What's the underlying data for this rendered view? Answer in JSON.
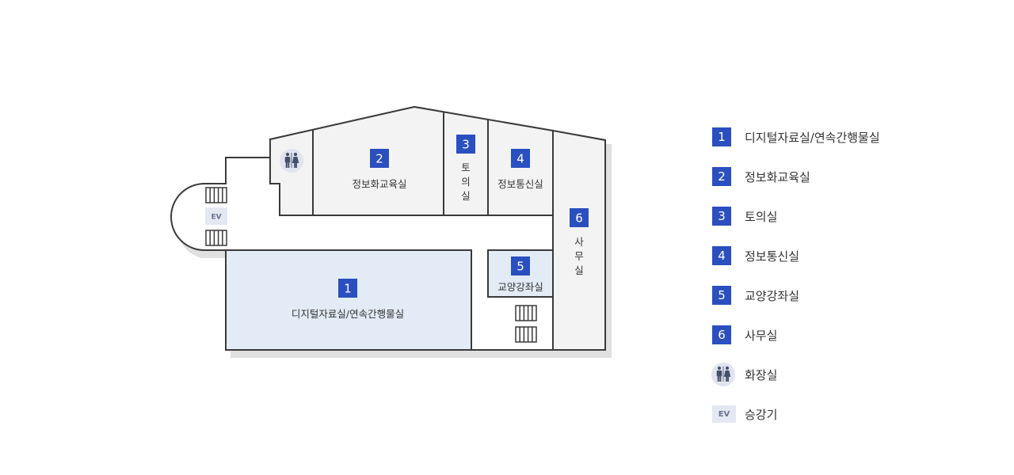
{
  "floor": {
    "rooms": [
      {
        "number": "1",
        "name": "디지털자료실/연속간행물실"
      },
      {
        "number": "2",
        "name": "정보화교육실"
      },
      {
        "number": "3",
        "name": "토의실",
        "vertical": [
          "토",
          "의",
          "실"
        ]
      },
      {
        "number": "4",
        "name": "정보통신실"
      },
      {
        "number": "5",
        "name": "교양강좌실"
      },
      {
        "number": "6",
        "name": "사무실",
        "vertical": [
          "사",
          "무",
          "실"
        ]
      }
    ],
    "elevator_label": "EV",
    "toilet_icon": "restroom-icon",
    "stairs_icon": "stairs-icon"
  },
  "legend": [
    {
      "key": "1",
      "label": "디지털자료실/연속간행물실"
    },
    {
      "key": "2",
      "label": "정보화교육실"
    },
    {
      "key": "3",
      "label": "토의실"
    },
    {
      "key": "4",
      "label": "정보통신실"
    },
    {
      "key": "5",
      "label": "교양강좌실"
    },
    {
      "key": "6",
      "label": "사무실"
    },
    {
      "key": "restroom-icon",
      "label": "화장실"
    },
    {
      "key": "EV",
      "label": "승강기"
    }
  ],
  "colors": {
    "badge": "#2a4fbf",
    "wall": "#3a3a3a",
    "room_fill": "#f3f3f3",
    "highlight_fill": "#e2ebf6",
    "shadow": "#e0e0e0",
    "ev_fill": "#e3e8f2",
    "icon_fill": "#444f6a"
  }
}
